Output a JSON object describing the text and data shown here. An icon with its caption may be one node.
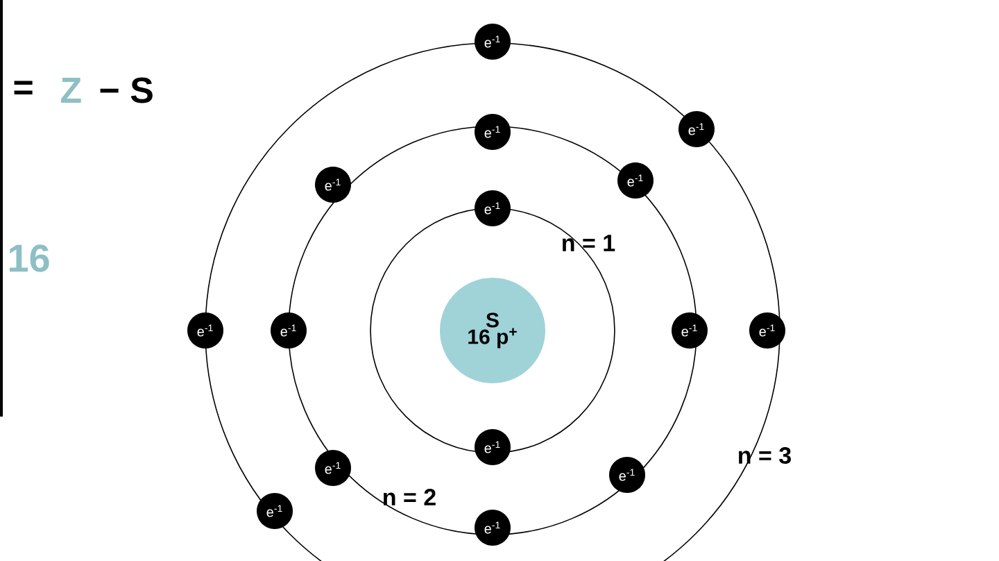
{
  "diagram": {
    "nodes": [
      {
        "text": [
          "S",
          "16 p$^{+}$"
        ]
      },
      {
        "text": [
          "e$^{-1}$"
        ]
      },
      {
        "text": [
          "e$^{-1}$"
        ]
      },
      {
        "text": [
          "e$^{-1}$"
        ]
      },
      {
        "text": [
          "e$^{-1}$"
        ]
      },
      {
        "text": [
          "e$^{-1}$"
        ]
      },
      {
        "text": [
          "e$^{-1}$"
        ]
      },
      {
        "text": [
          "e$^{-1}$"
        ]
      },
      {
        "text": [
          "e$^{-1}$"
        ]
      },
      {
        "text": [
          "e$^{-1}$"
        ]
      },
      {
        "text": [
          "e$^{-1}$"
        ]
      },
      {
        "text": [
          "e$^{-1}$"
        ]
      },
      {
        "text": [
          "e$^{-1}$"
        ]
      },
      {
        "text": [
          "e$^{-1}$"
        ]
      },
      {
        "text": [
          "e$^{-1}$"
        ]
      },
      {
        "text": [
          "e$^{-1}$"
        ]
      }
    ],
    "labels": [
      "=",
      "Z",
      "− S",
      "16",
      "n = 1",
      "n = 2",
      "n = 3"
    ]
  }
}
